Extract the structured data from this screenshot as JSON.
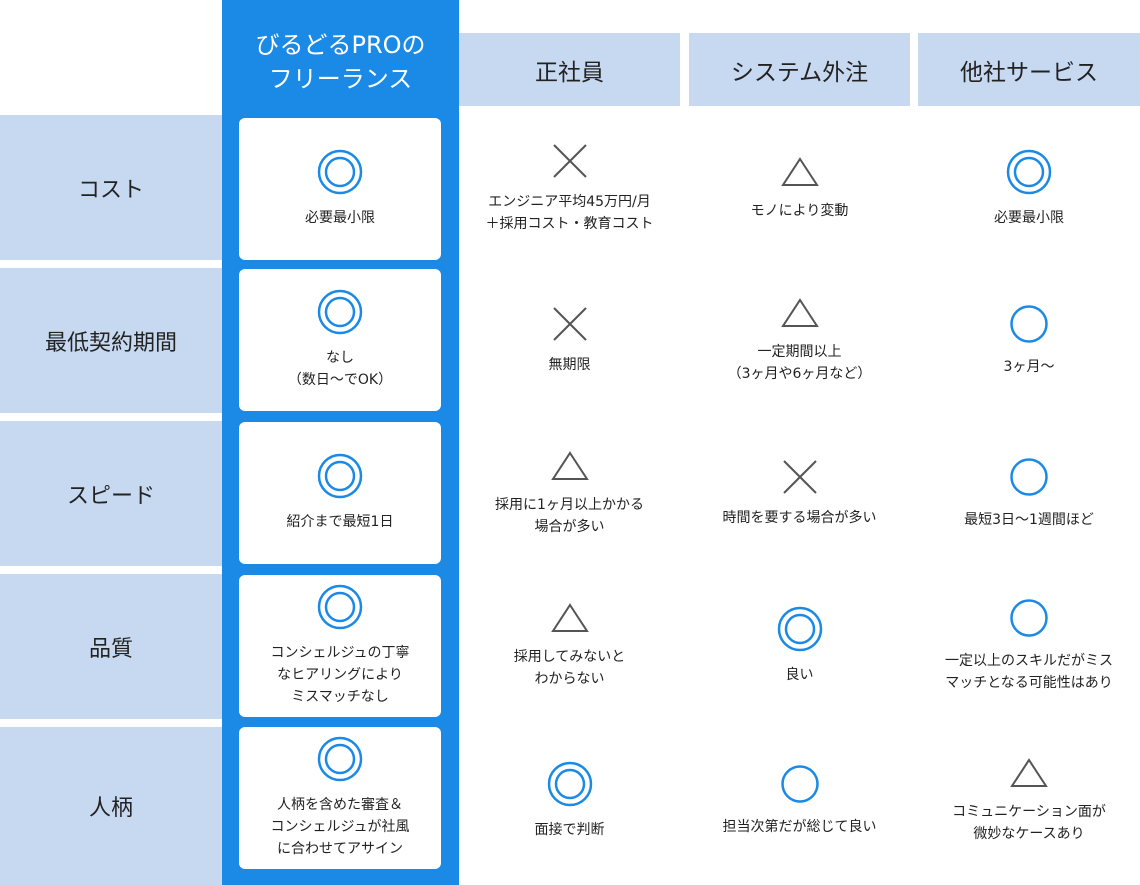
{
  "header": {
    "highlight_title": "びるどるPROの\nフリーランス",
    "columns": [
      "正社員",
      "システム外注",
      "他社サービス"
    ]
  },
  "colors": {
    "accent": "#1a8ae6",
    "header_bg": "#c7d8f1",
    "mark": "#1a8ae6",
    "mark_gray": "#555555"
  },
  "rows": [
    {
      "label": "コスト",
      "cells": [
        {
          "mark": "double-circle",
          "text": "必要最小限"
        },
        {
          "mark": "cross",
          "text": "エンジニア平均45万円/月\n＋採用コスト・教育コスト"
        },
        {
          "mark": "triangle",
          "text": "モノにより変動"
        },
        {
          "mark": "double-circle",
          "text": "必要最小限"
        }
      ]
    },
    {
      "label": "最低契約期間",
      "cells": [
        {
          "mark": "double-circle",
          "text": "なし\n（数日〜でOK）"
        },
        {
          "mark": "cross",
          "text": "無期限"
        },
        {
          "mark": "triangle",
          "text": "一定期間以上\n（3ヶ月や6ヶ月など）"
        },
        {
          "mark": "circle",
          "text": "3ヶ月〜"
        }
      ]
    },
    {
      "label": "スピード",
      "cells": [
        {
          "mark": "double-circle",
          "text": "紹介まで最短1日"
        },
        {
          "mark": "triangle",
          "text": "採用に1ヶ月以上かかる\n場合が多い"
        },
        {
          "mark": "cross",
          "text": "時間を要する場合が多い"
        },
        {
          "mark": "circle",
          "text": "最短3日〜1週間ほど"
        }
      ]
    },
    {
      "label": "品質",
      "cells": [
        {
          "mark": "double-circle",
          "text": "コンシェルジュの丁寧\nなヒアリングにより\nミスマッチなし"
        },
        {
          "mark": "triangle",
          "text": "採用してみないと\nわからない"
        },
        {
          "mark": "double-circle",
          "text": "良い"
        },
        {
          "mark": "circle",
          "text": "一定以上のスキルだがミス\nマッチとなる可能性はあり"
        }
      ]
    },
    {
      "label": "人柄",
      "cells": [
        {
          "mark": "double-circle",
          "text": "人柄を含めた審査＆\nコンシェルジュが社風\nに合わせてアサイン"
        },
        {
          "mark": "double-circle",
          "text": "面接で判断"
        },
        {
          "mark": "circle",
          "text": "担当次第だが総じて良い"
        },
        {
          "mark": "triangle",
          "text": "コミュニケーション面が\n微妙なケースあり"
        }
      ]
    }
  ]
}
